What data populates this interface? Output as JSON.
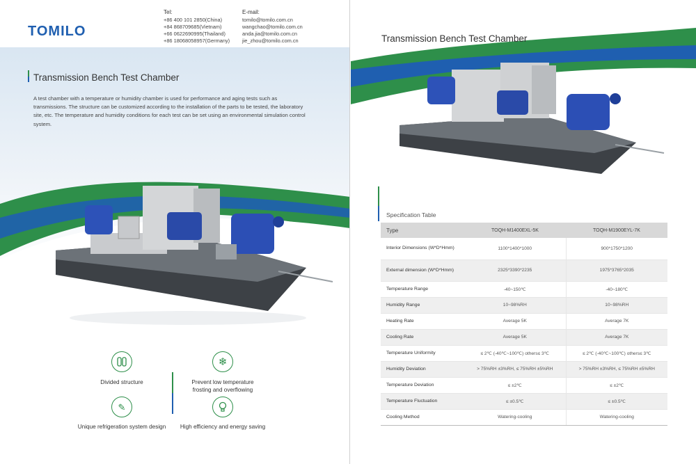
{
  "brand": {
    "name": "TOMILO",
    "color": "#1f5fb0",
    "accent": "#2e8f4a"
  },
  "contact": {
    "tel_label": "Tel:",
    "tel": [
      "+86 400 101 2850(China)",
      "+84 868709685(Vietnam)",
      "+66 0622690995(Thailand)",
      "+86 18068058957(Germany)"
    ],
    "email_label": "E-mail:",
    "emails": [
      "tomilo@tomilo.com.cn",
      "wangchao@tomilo.com.cn",
      "anda.jia@tomilo.com.cn",
      "jie_zhou@tomilo.com.cn"
    ]
  },
  "left": {
    "title": "Transmission Bench Test Chamber",
    "intro": "A test chamber with a temperature or humidity chamber is used for performance and aging tests such as transmissions. The structure can be customized according to the installation of the parts to be tested, the laboratory site, etc. The temperature and humidity conditions for each test can be set using an environmental simulation control system.",
    "features": [
      {
        "icon": "divided-structure-icon",
        "label": "Divided structure"
      },
      {
        "icon": "snowflake-icon",
        "label": "Prevent low temperature frosting and overflowing"
      },
      {
        "icon": "refrigeration-tools-icon",
        "label": "Unique refrigeration system design"
      },
      {
        "icon": "lightbulb-icon",
        "label": "High efficiency and energy saving"
      }
    ]
  },
  "right": {
    "title": "Transmission Bench Test Chamber",
    "spec_label": "Specification Table",
    "table": {
      "header": [
        "Type",
        "TOQH-M1400EXL-5K",
        "TOQH-M1900EYL-7K"
      ],
      "rows": [
        [
          "Interior Dimensions (W*D*Hmm)",
          "1100*1400*1000",
          "900*1750*1200"
        ],
        [
          "External dimension (W*D*Hmm)",
          "2325*3390*2235",
          "1975*3765*2035"
        ],
        [
          "Temperature Range",
          "-40~150℃",
          "-40~180℃"
        ],
        [
          "Humidity Range",
          "10~98%RH",
          "10~98%RH"
        ],
        [
          "Heating Rate",
          "Average 5K",
          "Average 7K"
        ],
        [
          "Cooling Rate",
          "Average 5K",
          "Average 7K"
        ],
        [
          "Temperature Uniformity",
          "≤ 2℃ (-40℃~100℃) others≤ 3℃",
          "≤ 2℃ (-40℃~100℃) others≤ 3℃"
        ],
        [
          "Humidity Deviation",
          "> 75%RH ±3%RH, ≤ 75%RH ±5%RH",
          "> 75%RH ±3%RH, ≤ 75%RH ±5%RH"
        ],
        [
          "Temperature Deviation",
          "≤ ±2℃",
          "≤ ±2℃"
        ],
        [
          "Temperature Fluctuation",
          "≤ ±0.5℃",
          "≤ ±0.5℃"
        ],
        [
          "Cooling Method",
          "Watering-cooling",
          "Watering-cooling"
        ]
      ]
    }
  }
}
